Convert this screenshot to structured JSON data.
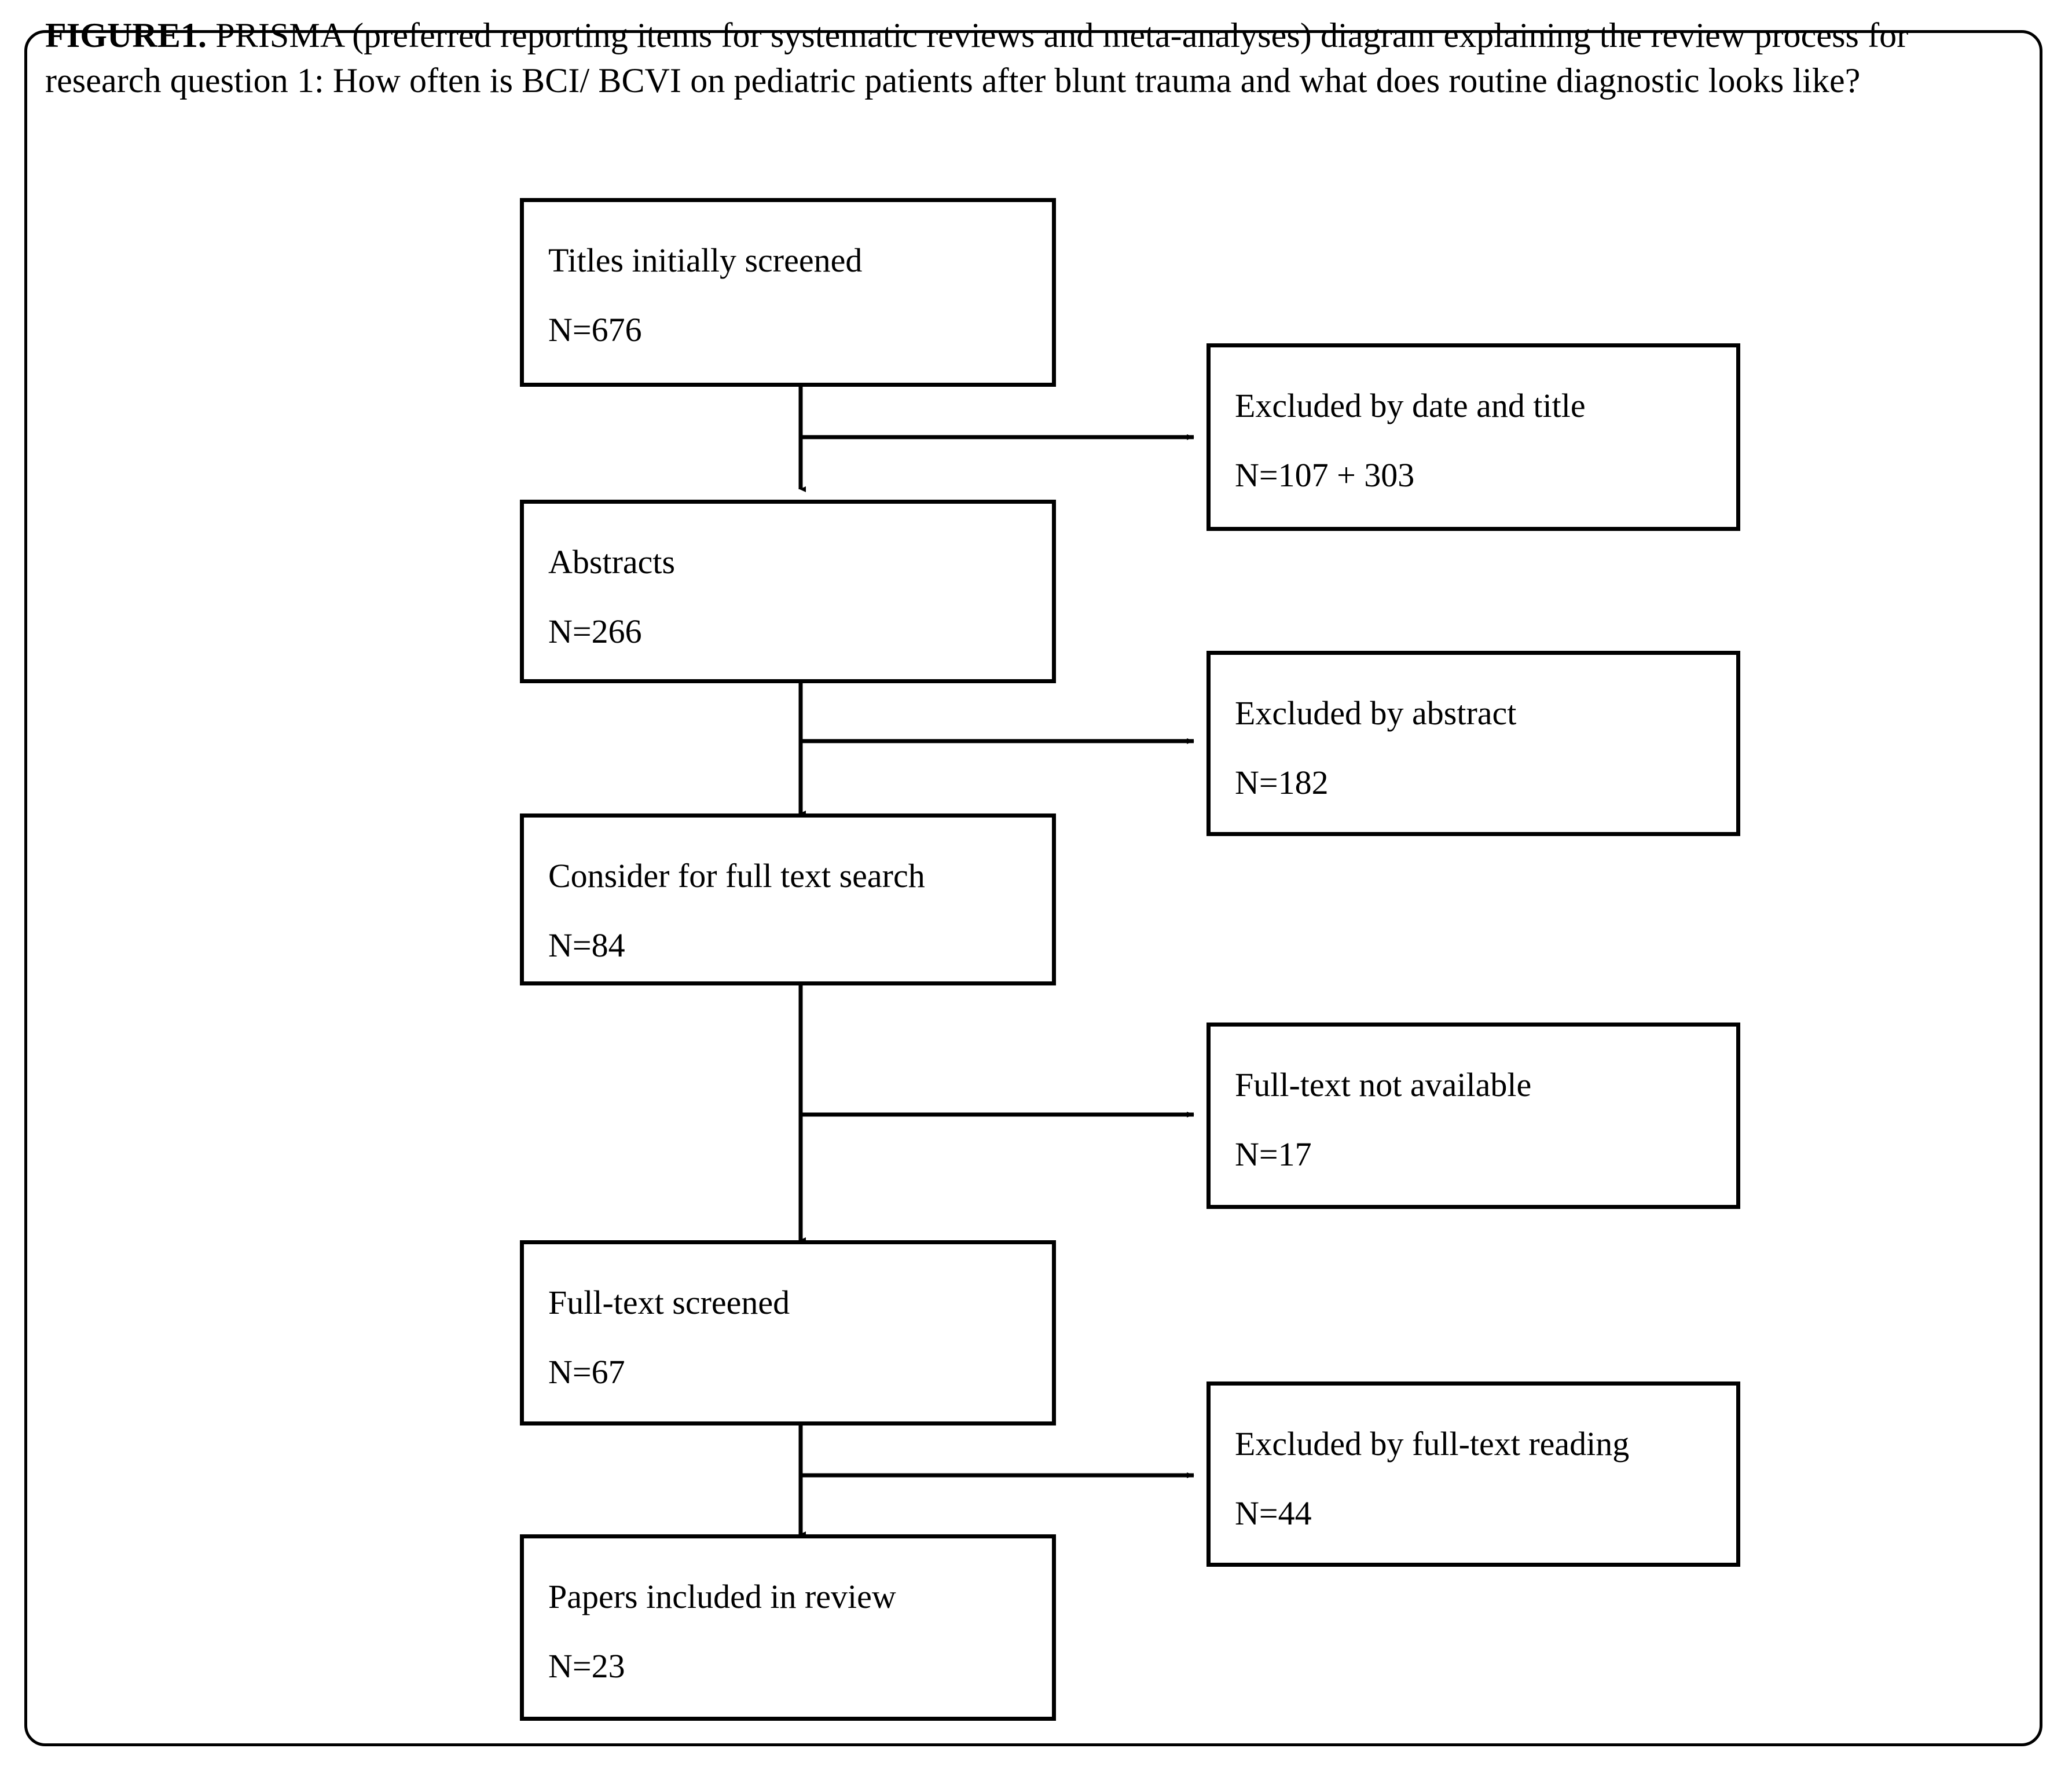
{
  "figure": {
    "label": "FIGURE1.",
    "caption": " PRISMA (preferred reporting items for systematic reviews and meta-analyses) diagram explaining the review process for research question 1: How often is BCI/ BCVI on pediatric patients after blunt trauma and what does routine diagnostic looks like?"
  },
  "diagram": {
    "type": "flowchart",
    "stages": [
      {
        "label": "Titles initially screened",
        "count": "N=676"
      },
      {
        "label": "Abstracts",
        "count": "N=266"
      },
      {
        "label": "Consider for full text search",
        "count": "N=84"
      },
      {
        "label": "Full-text screened",
        "count": "N=67"
      },
      {
        "label": "Papers included in review",
        "count": "N=23"
      }
    ],
    "exclusions": [
      {
        "label": "Excluded by date and title",
        "count": "N=107 + 303"
      },
      {
        "label": "Excluded by abstract",
        "count": "N=182"
      },
      {
        "label": "Full-text not available",
        "count": "N=17"
      },
      {
        "label": "Excluded by full-text reading",
        "count": "N=44"
      }
    ],
    "colors": {
      "border": "#000000",
      "background": "#ffffff",
      "text": "#000000"
    }
  }
}
